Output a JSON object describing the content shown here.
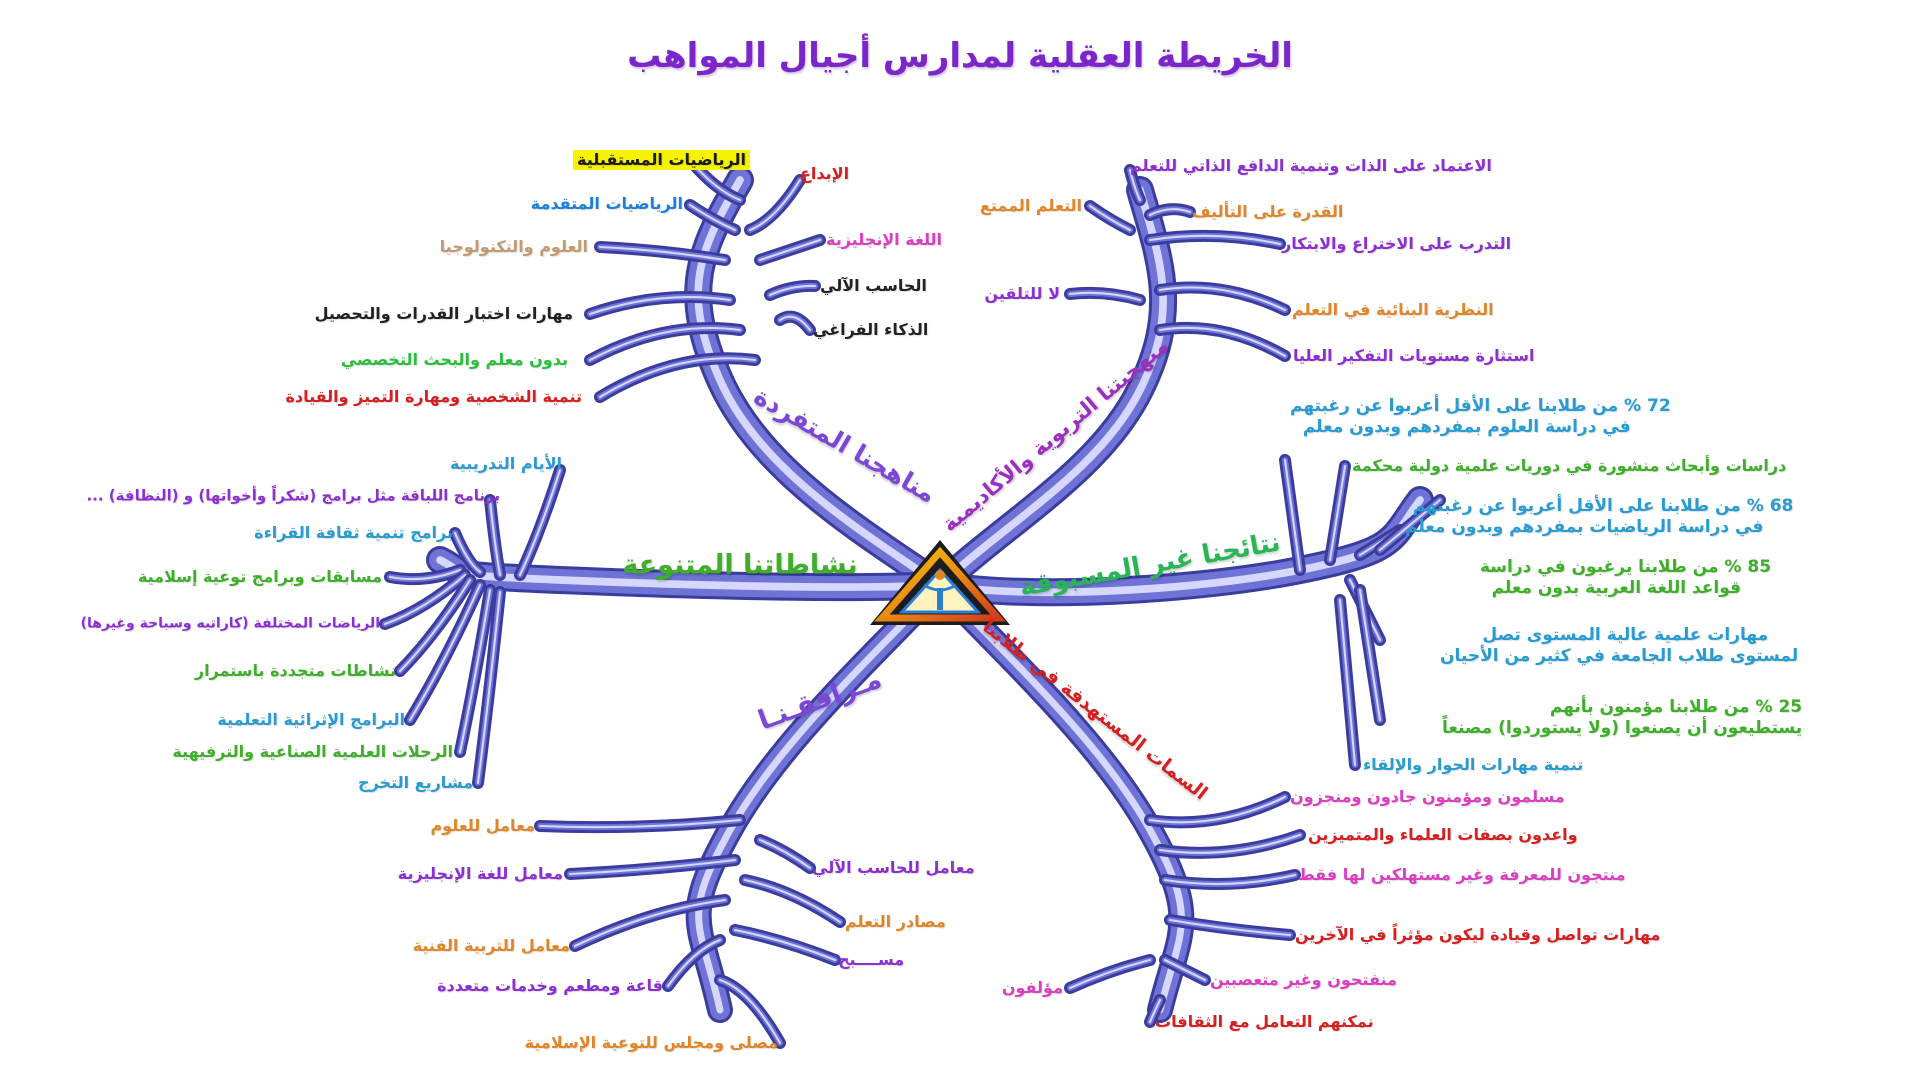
{
  "title": "الخريطة العقلية لمدارس أجيال المواهب",
  "center_icon": "triangle-logo-icon",
  "categories": {
    "manahij": "مناهجنا المتفردة",
    "tarbawiya": "منهجيتنا التربوية والأكاديمية",
    "nashatat": "نشاطاتنا المتنوعة",
    "nataij": "نتائجنا غير المسبوقة",
    "marafiq": "مـرافقـنـا",
    "simat": "السمات المستهدفة في طلابنا"
  },
  "branches": {
    "manahij": [
      {
        "text": "الرياضيات المستقبلية",
        "color": "#1a1a1a",
        "highlight": true
      },
      {
        "text": "الرياضيات المتقدمة",
        "color": "#1e7fd6"
      },
      {
        "text": "العلوم والتكنولوجيا",
        "color": "#c29a72"
      },
      {
        "text": "مهارات اختبار القدرات والتحصيل",
        "color": "#222222"
      },
      {
        "text": "بدون معلم والبحث التخصصي",
        "color": "#2bbd3c"
      },
      {
        "text": "تنمية الشخصية ومهارة التميز والقيادة",
        "color": "#d42020"
      },
      {
        "text": "الإبداع",
        "color": "#d42020"
      },
      {
        "text": "اللغة الإنجليزية",
        "color": "#d93fbf"
      },
      {
        "text": "الحاسب الآلي",
        "color": "#222222"
      },
      {
        "text": "الذكاء الفراغي",
        "color": "#222222"
      }
    ],
    "tarbawiya": [
      {
        "text": "الاعتماد على الذات وتنمية الدافع الذاتي للتعلم",
        "color": "#8c2fd1"
      },
      {
        "text": "التعلم الممتع",
        "color": "#e0862a"
      },
      {
        "text": "القدرة على التأليف",
        "color": "#e0862a"
      },
      {
        "text": "التدرب على الاختراع والابتكار",
        "color": "#8c2fd1"
      },
      {
        "text": "لا للتلقين",
        "color": "#8c2fd1"
      },
      {
        "text": "النظرية البنائية في التعلم",
        "color": "#e0862a"
      },
      {
        "text": "استثارة مستويات التفكير العليا",
        "color": "#8c2fd1"
      }
    ],
    "nashatat": [
      {
        "text": "الأيام التدريبية",
        "color": "#2a9bd1"
      },
      {
        "text": "برنامج اللباقة مثل برامج (شكراً وأخواتها) و (النظافة) ...",
        "color": "#8c2fd1"
      },
      {
        "text": "برامج تنمية ثقافة القراءة",
        "color": "#2a9bd1"
      },
      {
        "text": "مسابقات وبرامج توعية إسلامية",
        "color": "#3fae2a"
      },
      {
        "text": "الرياضات المختلفة (كاراتيه وسباحة وغيرها)",
        "color": "#8c2fd1"
      },
      {
        "text": "نشاطات متجددة باستمرار",
        "color": "#3fae2a"
      },
      {
        "text": "البرامج الإثرائية التعلمية",
        "color": "#2a9bd1"
      },
      {
        "text": "الرحلات العلمية الصناعية والترفيهية",
        "color": "#3fae2a"
      },
      {
        "text": "مشاريع التخرج",
        "color": "#2a9bd1"
      }
    ],
    "nataij": [
      {
        "text": "72 % من طلابنا على الأقل أعربوا عن رغبتهم",
        "line2": "في دراسة العلوم بمفردهم وبدون معلم",
        "color": "#2a9bd1"
      },
      {
        "text": "دراسات وأبحاث منشورة في دوريات علمية دولية محكمة",
        "color": "#3fae2a"
      },
      {
        "text": "68 % من طلابنا على الأقل أعربوا عن رغبتهم",
        "line2": "في دراسة الرياضيات بمفردهم وبدون معلم",
        "color": "#2a9bd1"
      },
      {
        "text": "85 % من طلابنا يرغبون في دراسة",
        "line2": "قواعد اللغة العربية بدون معلم",
        "color": "#3fae2a"
      },
      {
        "text": "مهارات علمية عالية المستوى تصل",
        "line2": "لمستوى طلاب الجامعة في كثير من الأحيان",
        "color": "#2a9bd1"
      },
      {
        "text": "25 % من طلابنا مؤمنون بأنهم",
        "line2": "يستطيعون أن يصنعوا (ولا يستوردوا) مصنعاً",
        "color": "#3fae2a"
      },
      {
        "text": "تنمية مهارات الحوار والإلقاء",
        "color": "#2a9bd1"
      }
    ],
    "marafiq": [
      {
        "text": "معامل للعلوم",
        "color": "#e0862a"
      },
      {
        "text": "معامل للغة الإنجليزية",
        "color": "#8c2fd1"
      },
      {
        "text": "معامل للتربية الفنية",
        "color": "#e0862a"
      },
      {
        "text": "قاعة ومطعم وخدمات متعددة",
        "color": "#8c2fd1"
      },
      {
        "text": "مصلى ومجلس للتوعية الإسلامية",
        "color": "#e0862a"
      },
      {
        "text": "معامل للحاسب الآلي",
        "color": "#8c2fd1"
      },
      {
        "text": "مصادر التعلم",
        "color": "#e0862a"
      },
      {
        "text": "مســــبح",
        "color": "#8c2fd1"
      }
    ],
    "simat": [
      {
        "text": "مسلمون ومؤمنون جادون ومنجزون",
        "color": "#d93fbf"
      },
      {
        "text": "واعدون بصفات العلماء والمتميزين",
        "color": "#d42020"
      },
      {
        "text": "منتجون للمعرفة وغير مستهلكين لها فقط",
        "color": "#d93fbf"
      },
      {
        "text": "مهارات تواصل وقيادة ليكون مؤثراً في الآخرين",
        "color": "#d42020"
      },
      {
        "text": "منفتحون وغير متعصبين",
        "color": "#d93fbf"
      },
      {
        "text": "نمكنهم التعامل مع الثقافات",
        "color": "#d42020"
      },
      {
        "text": "مؤلفون",
        "color": "#d93fbf"
      }
    ]
  }
}
